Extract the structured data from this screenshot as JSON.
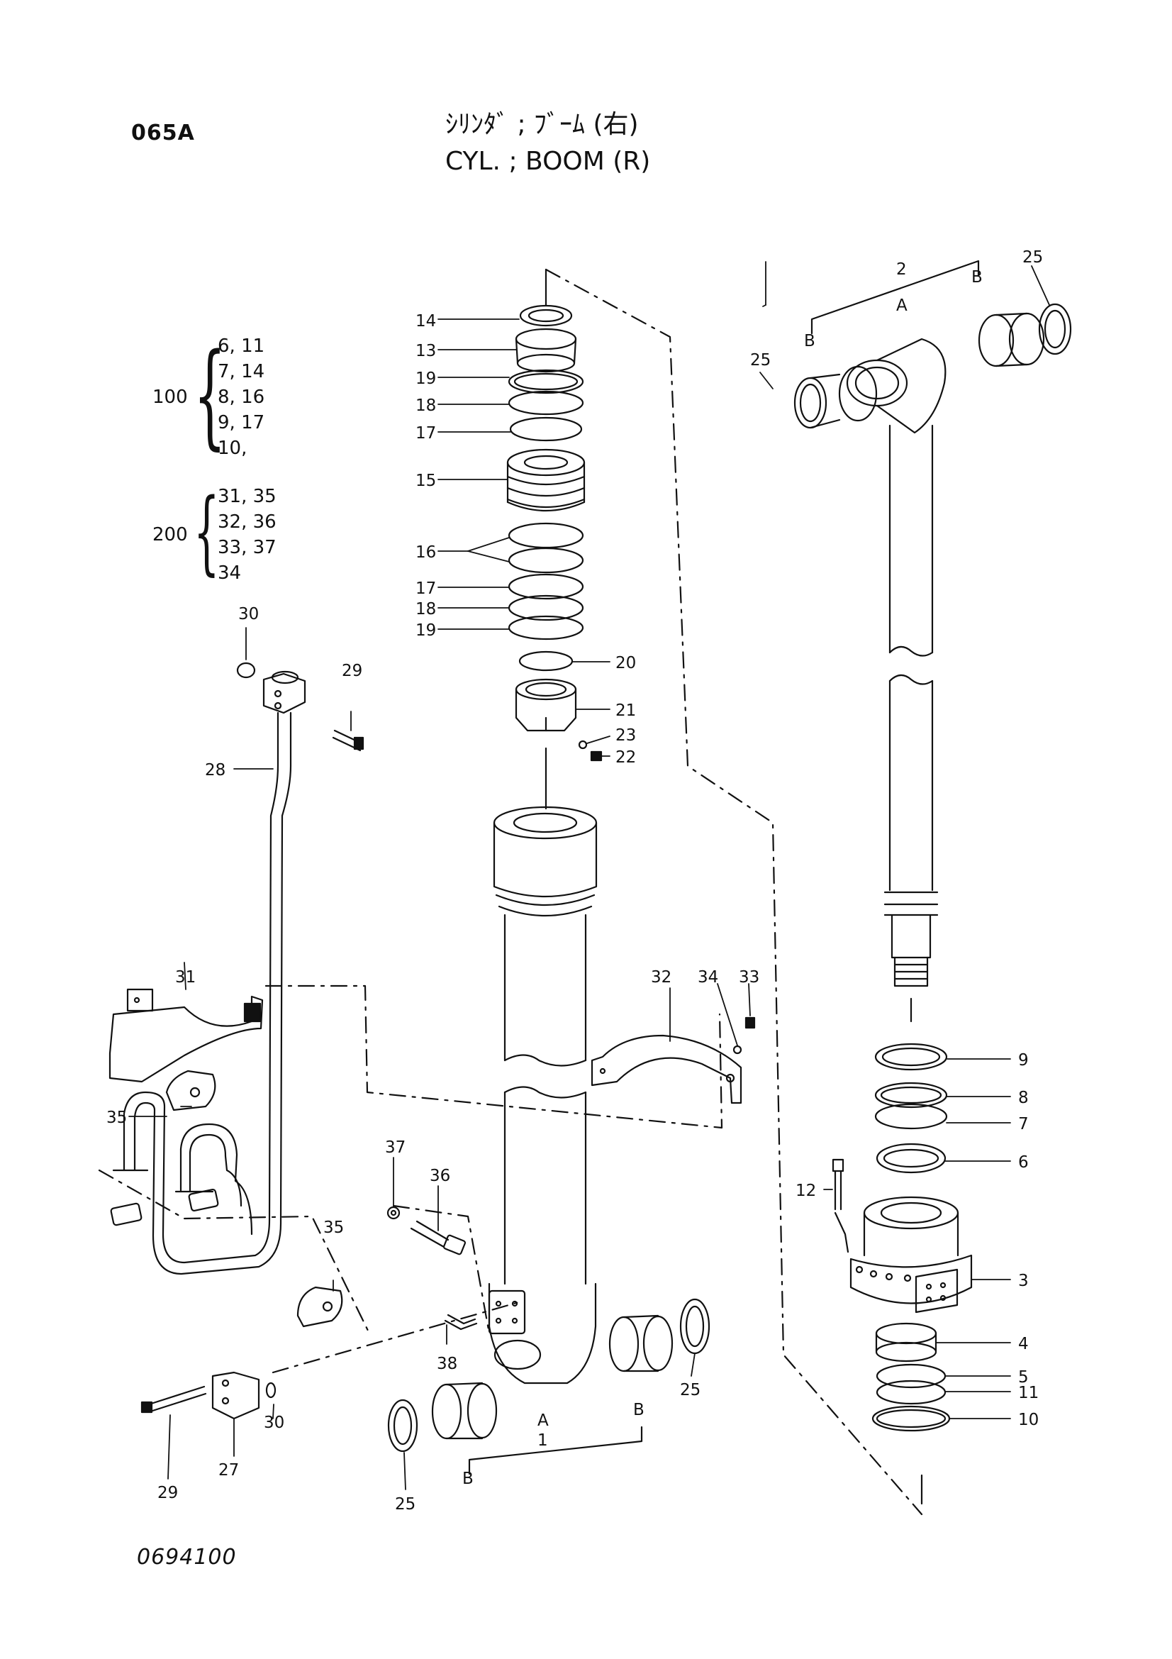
{
  "header": {
    "page_code": "065A",
    "title_jp": "ｼﾘﾝﾀﾞ ; ﾌﾞｰﾑ (右)",
    "title_en": "CYL. ; BOOM (R)"
  },
  "footer": {
    "document_number": "0694100"
  },
  "kits": [
    {
      "number": "100",
      "items": [
        "6, 11",
        "7, 14",
        "8, 16",
        "9, 17",
        "10,"
      ]
    },
    {
      "number": "200",
      "items": [
        "31, 35",
        "32, 36",
        "33, 37",
        "34"
      ]
    }
  ],
  "callouts": {
    "c1": "1",
    "c2": "2",
    "c3": "3",
    "c4": "4",
    "c5": "5",
    "c6": "6",
    "c7": "7",
    "c8": "8",
    "c9": "9",
    "c10": "10",
    "c11": "11",
    "c12": "12",
    "c13": "13",
    "c14": "14",
    "c15": "15",
    "c16": "16",
    "c17a": "17",
    "c17b": "17",
    "c18a": "18",
    "c18b": "18",
    "c19a": "19",
    "c19b": "19",
    "c20": "20",
    "c21": "21",
    "c22": "22",
    "c23": "23",
    "c25a": "25",
    "c25b": "25",
    "c25c": "25",
    "c27": "27",
    "c28": "28",
    "c29a": "29",
    "c29b": "29",
    "c30a": "30",
    "c30b": "30",
    "c31": "31",
    "c32": "32",
    "c33": "33",
    "c34": "34",
    "c35a": "35",
    "c35b": "35",
    "c36": "36",
    "c37": "37",
    "c38": "38",
    "cA1": "A",
    "cA2": "A",
    "cB1": "B",
    "cB2": "B",
    "cB3": "B",
    "cB4": "B"
  },
  "colors": {
    "ink": "#111111",
    "paper": "#ffffff"
  }
}
